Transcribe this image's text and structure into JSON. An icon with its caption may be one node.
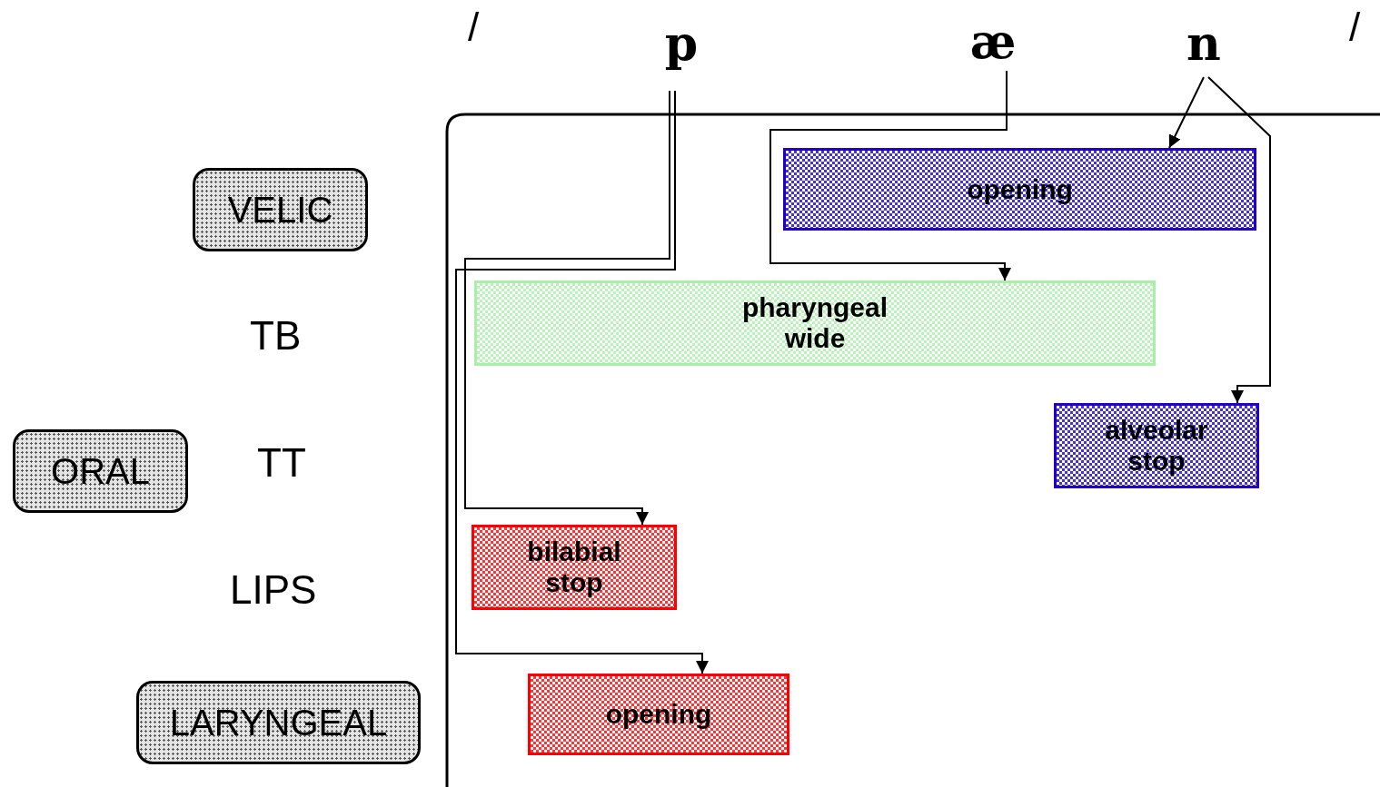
{
  "diagram": {
    "nodes": [
      {
        "text": [
          "p"
        ]
      },
      {
        "text": [
          "æ"
        ]
      },
      {
        "text": [
          "n"
        ]
      },
      {
        "text": [
          "VELIC"
        ]
      },
      {
        "text": [
          "opening"
        ]
      },
      {
        "text": [
          "pharyngeal wide"
        ]
      },
      {
        "text": [
          "ORAL"
        ]
      },
      {
        "text": [
          "alveolar stop"
        ]
      },
      {
        "text": [
          "bilabial stop"
        ]
      },
      {
        "text": [
          "LARYNGEAL"
        ]
      },
      {
        "text": [
          "opening"
        ]
      }
    ],
    "edges": [
      {
        "from": 0,
        "to": 8,
        "arrow": "to"
      },
      {
        "from": 0,
        "to": 10,
        "arrow": "to"
      },
      {
        "from": 1,
        "to": 5,
        "arrow": "to"
      },
      {
        "from": 2,
        "to": 4,
        "arrow": "to"
      },
      {
        "from": 2,
        "to": 7,
        "arrow": "to"
      }
    ],
    "labels": [
      "/",
      "/",
      "TB",
      "TT",
      "LIPS"
    ]
  }
}
